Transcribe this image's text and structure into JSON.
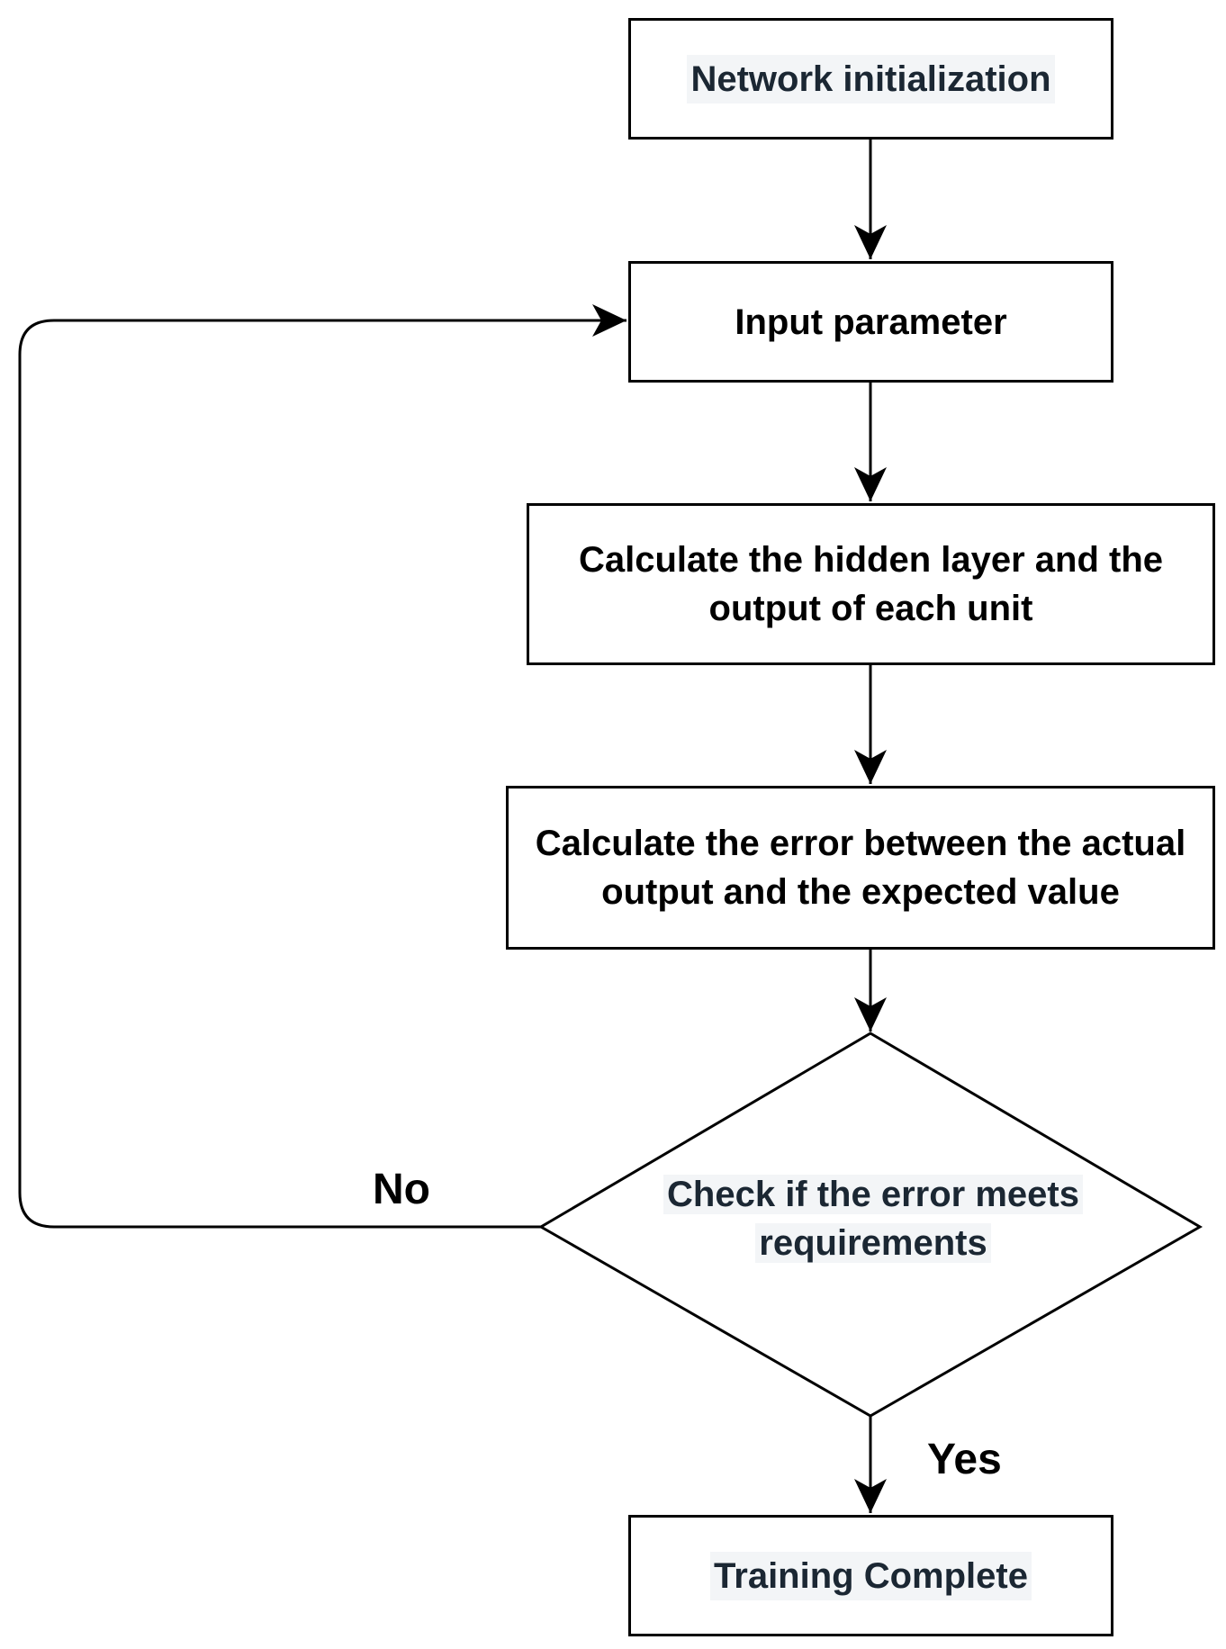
{
  "diagram": {
    "nodes": [
      {
        "id": "n1",
        "shape": "rect",
        "label": "Network initialization",
        "highlighted": true
      },
      {
        "id": "n2",
        "shape": "rect",
        "label": "Input parameter",
        "highlighted": false
      },
      {
        "id": "n3",
        "shape": "rect",
        "label": "Calculate the hidden layer and the output of each unit",
        "highlighted": false
      },
      {
        "id": "n4",
        "shape": "rect",
        "label": "Calculate the error between the actual output and the expected value",
        "highlighted": false
      },
      {
        "id": "n5",
        "shape": "diamond",
        "label_line1": "Check if the error meets",
        "label_line2": "requirements",
        "highlighted": true
      },
      {
        "id": "n6",
        "shape": "rect",
        "label": "Training Complete",
        "highlighted": true
      }
    ],
    "edges": [
      {
        "from": "n1",
        "to": "n2",
        "label": ""
      },
      {
        "from": "n2",
        "to": "n3",
        "label": ""
      },
      {
        "from": "n3",
        "to": "n4",
        "label": ""
      },
      {
        "from": "n4",
        "to": "n5",
        "label": ""
      },
      {
        "from": "n5",
        "to": "n6",
        "label": "Yes"
      },
      {
        "from": "n5",
        "to": "n2",
        "label": "No"
      }
    ],
    "colors": {
      "stroke": "#000000",
      "fill": "#ffffff",
      "text_highlight_bg": "#f3f5f7",
      "text_highlight_fg": "#1b2733"
    }
  }
}
